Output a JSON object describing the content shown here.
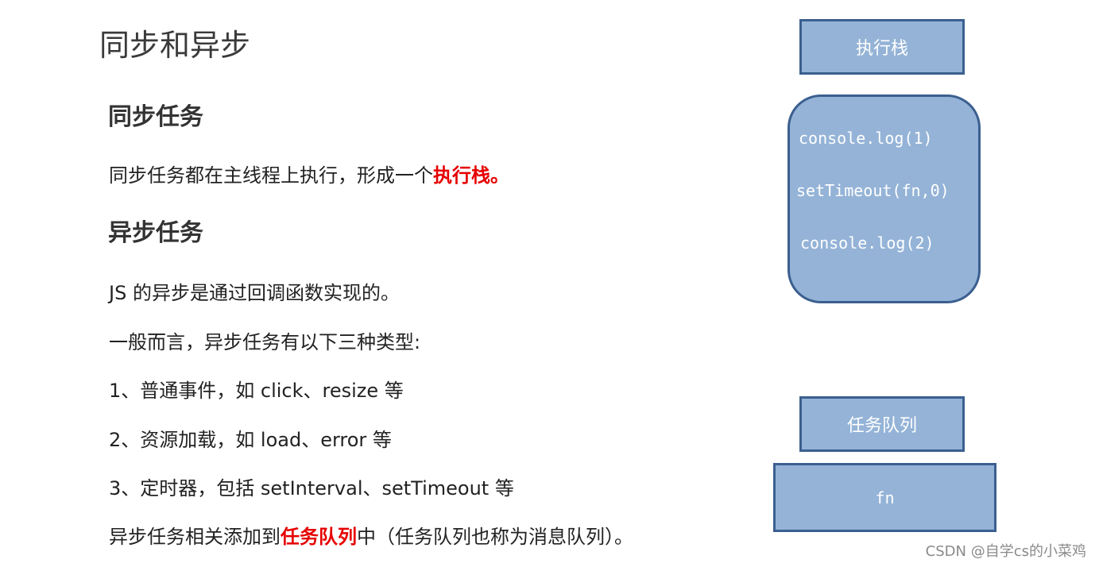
{
  "page": {
    "title": "同步和异步"
  },
  "sync_section": {
    "heading": "同步任务",
    "desc_prefix": "同步任务都在主线程上执行，形成一个",
    "desc_highlight": "执行栈。"
  },
  "async_section": {
    "heading": "异步任务",
    "line1": "JS 的异步是通过回调函数实现的。",
    "line2": "一般而言，异步任务有以下三种类型:",
    "type1": "1、普通事件，如 click、resize 等",
    "type2": "2、资源加载，如 load、error 等",
    "type3": "3、定时器，包括 setInterval、setTimeout 等",
    "summary_prefix": "异步任务相关添加到",
    "summary_highlight": "任务队列",
    "summary_suffix": "中（任务队列也称为消息队列）。"
  },
  "diagram": {
    "execution_stack_label": "执行栈",
    "stack_items": [
      "console.log(1)",
      "setTimeout(fn,0)",
      "console.log(2)"
    ],
    "task_queue_label": "任务队列",
    "queue_items": [
      "fn"
    ],
    "box_fill": "#94b3d7",
    "box_border": "#3b5f8f"
  },
  "watermark": "CSDN @自学cs的小菜鸡",
  "colors": {
    "highlight": "#e60000"
  }
}
